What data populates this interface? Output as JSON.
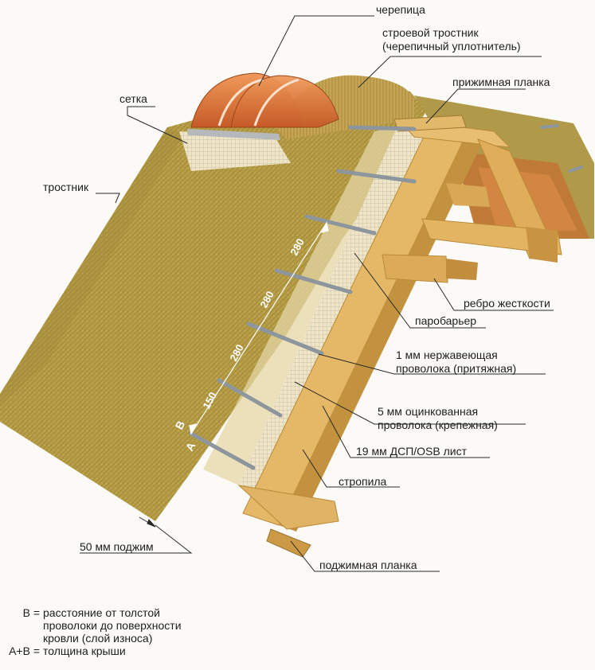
{
  "labels": {
    "cherepitsa": "черепица",
    "trostnik_ridge_1": "строевой тростник",
    "trostnik_ridge_2": "(черепичный уплотнитель)",
    "prizhimnaya": "прижимная планка",
    "setka": "сетка",
    "trostnik": "тростник",
    "rebro": "ребро жесткости",
    "parobarier": "паробарьер",
    "wire1_1": "1 мм нержавеющая",
    "wire1_2": "проволока (притяжная)",
    "wire5_1": "5 мм оцинкованная",
    "wire5_2": "проволока (крепежная)",
    "osb": "19 мм ДСП/OSB лист",
    "stropila": "стропила",
    "podzhim50": "50 мм поджим",
    "podzhimnaya": "поджимная планка"
  },
  "dimensions": {
    "d1": "150",
    "d2": "280",
    "d3": "280",
    "d4": "280",
    "A": "A",
    "B": "B"
  },
  "legend": [
    {
      "key": "B =",
      "text": "расстояние от толстой\nпроволоки до поверхности\nкровли (слой износа)"
    },
    {
      "key": "A+B =",
      "text": "толщина крыши"
    }
  ],
  "colors": {
    "thatch": "#b9a046",
    "thatch_dark": "#8f7a2d",
    "tile": "#e07a3e",
    "wood": "#e5b867",
    "wood_dark": "#c2923f",
    "osb": "#f1e6c2",
    "wire": "#8c969c",
    "leader": "#2a2a2a"
  }
}
